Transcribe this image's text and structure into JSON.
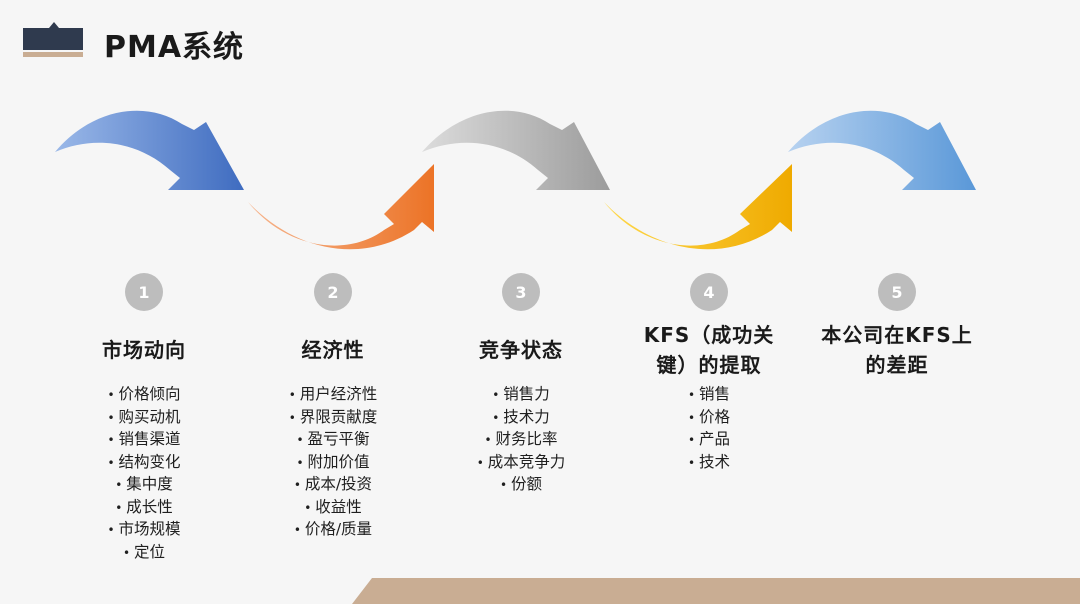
{
  "page": {
    "title": "PMA系统"
  },
  "colors": {
    "step1": "#4a78c8",
    "step2": "#ef7d2f",
    "step3": "#a6a6a6",
    "step4": "#f2b400",
    "step5": "#6aa2dc",
    "circle": "#bdbdbd",
    "footer": "#c9ad93"
  },
  "steps": [
    {
      "number": "1",
      "heading": "市场动向",
      "items": [
        "价格倾向",
        "购买动机",
        "销售渠道",
        "结构变化",
        "集中度",
        "成长性",
        "市场规模",
        "定位"
      ]
    },
    {
      "number": "2",
      "heading": "经济性",
      "items": [
        "用户经济性",
        "界限贡献度",
        "盈亏平衡",
        "附加价值",
        "成本/投资",
        "收益性",
        "价格/质量"
      ]
    },
    {
      "number": "3",
      "heading": "竞争状态",
      "items": [
        "销售力",
        "技术力",
        "财务比率",
        "成本竞争力",
        "份额"
      ]
    },
    {
      "number": "4",
      "heading": "KFS（成功关\n键）的提取",
      "items": [
        "销售",
        "价格",
        "产品",
        "技术"
      ]
    },
    {
      "number": "5",
      "heading": "本公司在KFS上\n的差距",
      "items": []
    }
  ]
}
